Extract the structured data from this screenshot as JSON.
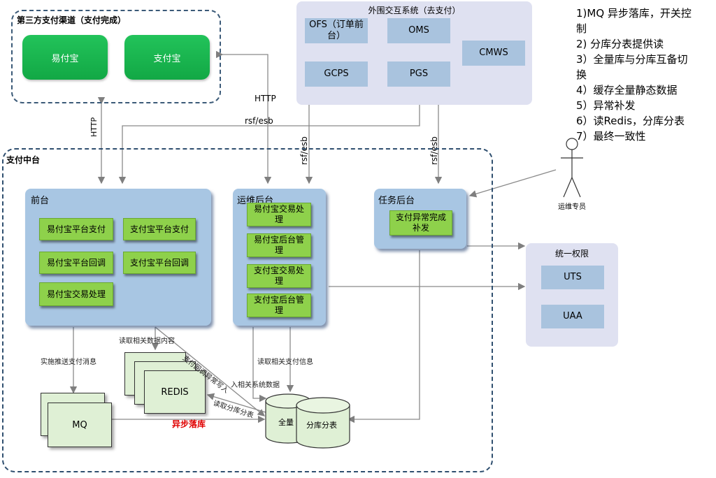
{
  "third_party": {
    "title": "第三方支付渠道（支付完成）",
    "yifubao": "易付宝",
    "zhifubao": "支付宝"
  },
  "external": {
    "title": "外围交互系统（去支付）",
    "ofs_line1": "OFS（订单前",
    "ofs_line2": "台）",
    "oms": "OMS",
    "cmws": "CMWS",
    "gcps": "GCPS",
    "pgs": "PGS"
  },
  "legend": [
    "1)MQ 异步落库，开关控",
    "制",
    "2)  分库分表提供读",
    "3）全量库与分库互备切",
    "换",
    "4）缓存全量静态数据",
    "5）异常补发",
    "6）读Redis，分库分表",
    "7）最终一致性"
  ],
  "connectors": {
    "http_left": "HTTP",
    "http_mid": "HTTP",
    "rsf_top": "rsf/esb",
    "rsf_ofs": "rsf/esb",
    "rsf_pgs": "rsf/esb"
  },
  "actor": {
    "label": "运维专员"
  },
  "payment_center": {
    "title": "支付中台"
  },
  "frontend": {
    "title": "前台",
    "items": [
      "易付宝平台支付",
      "支付宝平台支付",
      "易付宝平台回调",
      "支付宝平台回调",
      "易付宝交易处理"
    ]
  },
  "ops_backend": {
    "title": "运维后台",
    "items": [
      {
        "l1": "易付宝交易处",
        "l2": "理"
      },
      {
        "l1": "易付宝后台管",
        "l2": "理"
      },
      {
        "l1": "支付宝交易处",
        "l2": "理"
      },
      {
        "l1": "支付宝后台管",
        "l2": "理"
      }
    ]
  },
  "task_backend": {
    "title": "任务后台",
    "item_l1": "支付异常完成",
    "item_l2": "补发"
  },
  "unified_auth": {
    "title": "统一权限",
    "uts": "UTS",
    "uaa": "UAA"
  },
  "storage": {
    "redis": "REDIS",
    "mq": "MQ",
    "full_db": "全量",
    "shard_db": "分库分表",
    "async_label": "异步落库"
  },
  "notes": {
    "realtime_push": "实施推送支付消息",
    "read_related": "读取相关数据内容",
    "read_payment": "读取相关支付信息",
    "callback_exception": "支付回调异常写入",
    "related_system": "入相关系统数据",
    "read_shard": "读取分库分表"
  },
  "colors": {
    "green": "#1db954",
    "light_green": "#8ed14b",
    "panel_blue": "#a8c6e3",
    "lavender": "#dfe1f1",
    "async_red": "#e00000"
  }
}
